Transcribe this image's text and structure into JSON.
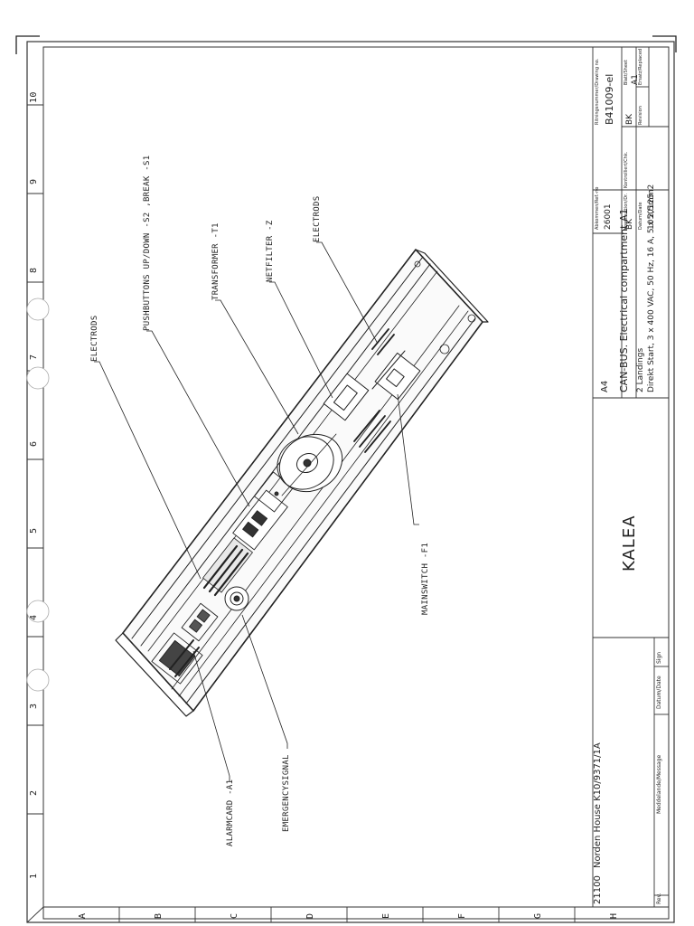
{
  "grid": {
    "columns": [
      "1",
      "2",
      "3",
      "4",
      "5",
      "6",
      "7",
      "8",
      "9",
      "10"
    ],
    "rows": [
      "A",
      "B",
      "C",
      "D",
      "E",
      "F",
      "G",
      "H"
    ]
  },
  "callouts": {
    "electrodes_left": "ELECTRODS",
    "pushbuttons": "PUSHBUTTONS UP/DOWN -S2 ,BREAK -S1",
    "transformer": "TRANSFORMER -T1",
    "netfilter": "NETFILTER -Z",
    "electrodes_right": "ELECTRODS",
    "mainswitch": "MAINSWITCH -F1",
    "alarmcard": "ALARMCARD -A1",
    "emergencysignal": "EMERGENCYSIGNAL"
  },
  "project": {
    "number": "21100",
    "name": "Norden House K10/9371/1A"
  },
  "title_block": {
    "logo": "KALEA",
    "sheet_size": "A4",
    "title": "CAN-BUS. Electrical compartment.A1",
    "subtitle1": "2 Landings",
    "subtitle2": "Direkt Start, 3 x 400 VAC, 50 Hz, 16 A, 5 x 2,5mm2",
    "ref_label": "Abkommen/Ref.-no",
    "ref_value": "26001",
    "drawn_label": "Konstruktion/Dr.",
    "drawn_value": "BK",
    "checked_label": "Kontrolliert/Chk.",
    "checked_value": "BK",
    "date_label": "Datum/Date",
    "date_value": "1050125",
    "drawing_no_label": "Ritningsnummer/Drawing no.",
    "drawing_no_value": "B41009-el",
    "sheet_label": "Blatt/Sheet",
    "sheet_value": "A1",
    "revision_label": "Revision",
    "replace_label": "Ersatz/Replaced",
    "rev_col_label": "Rev.",
    "message_label": "Meddelande/Message",
    "rev_date_label": "Datum/Date",
    "sign_label": "Sign"
  }
}
